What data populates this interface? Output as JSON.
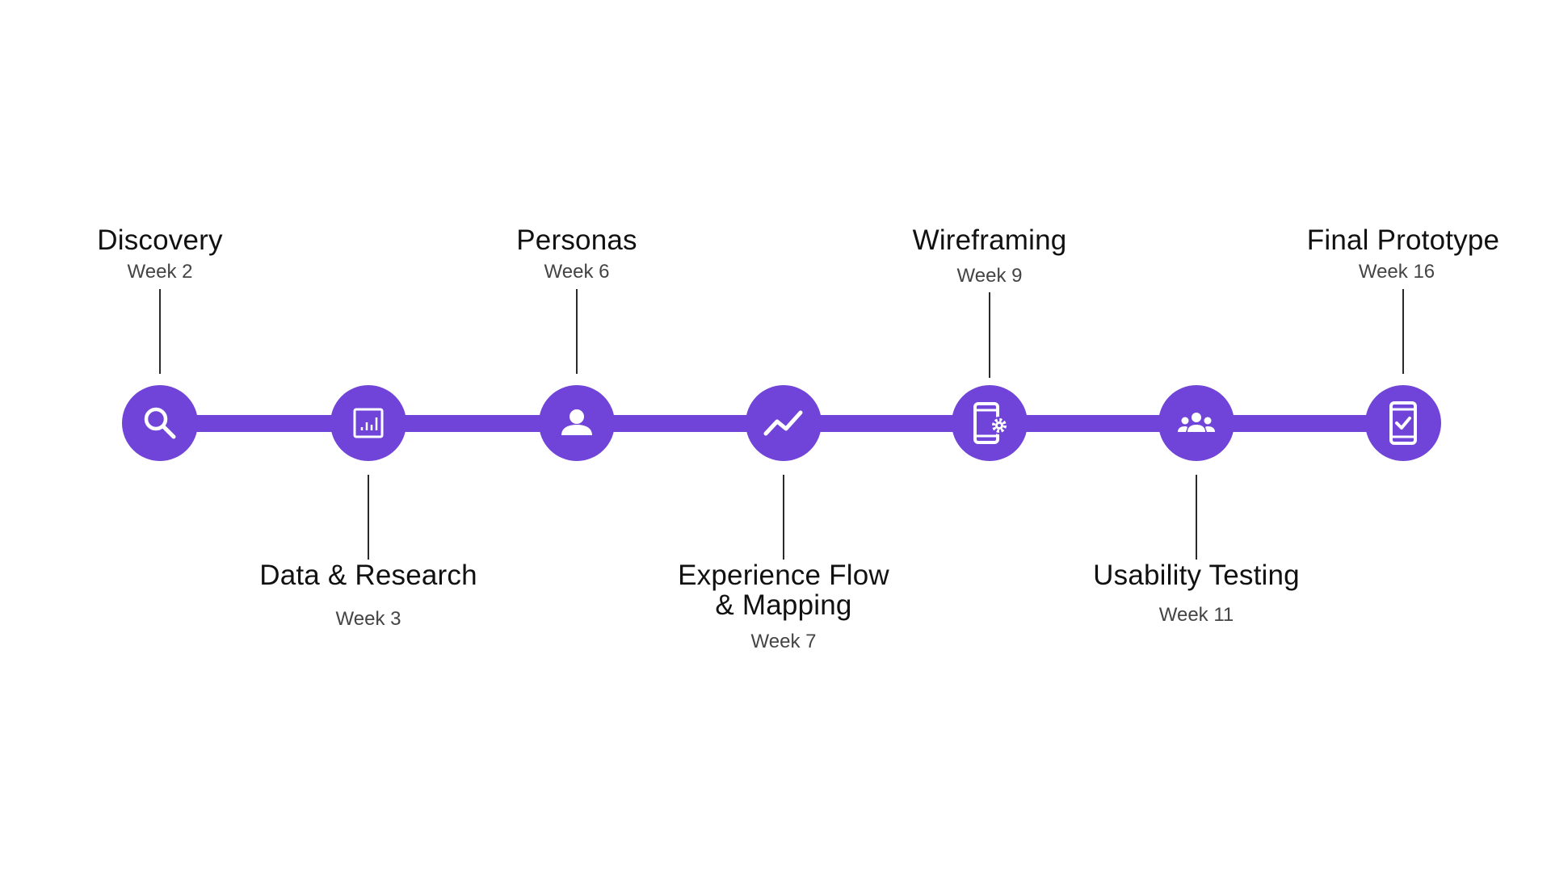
{
  "accent_color": "#7044d8",
  "milestones": [
    {
      "title": "Discovery",
      "week": "Week 2",
      "icon": "search-icon"
    },
    {
      "title": "Data & Research",
      "week": "Week 3",
      "icon": "bar-chart-icon"
    },
    {
      "title": "Personas",
      "week": "Week 6",
      "icon": "person-icon"
    },
    {
      "title": "Experience Flow\n& Mapping",
      "week": "Week 7",
      "icon": "trending-line-icon"
    },
    {
      "title": "Wireframing",
      "week": "Week 9",
      "icon": "phone-settings-icon"
    },
    {
      "title": "Usability Testing",
      "week": "Week 11",
      "icon": "group-icon"
    },
    {
      "title": "Final Prototype",
      "week": "Week 16",
      "icon": "phone-check-icon"
    }
  ]
}
